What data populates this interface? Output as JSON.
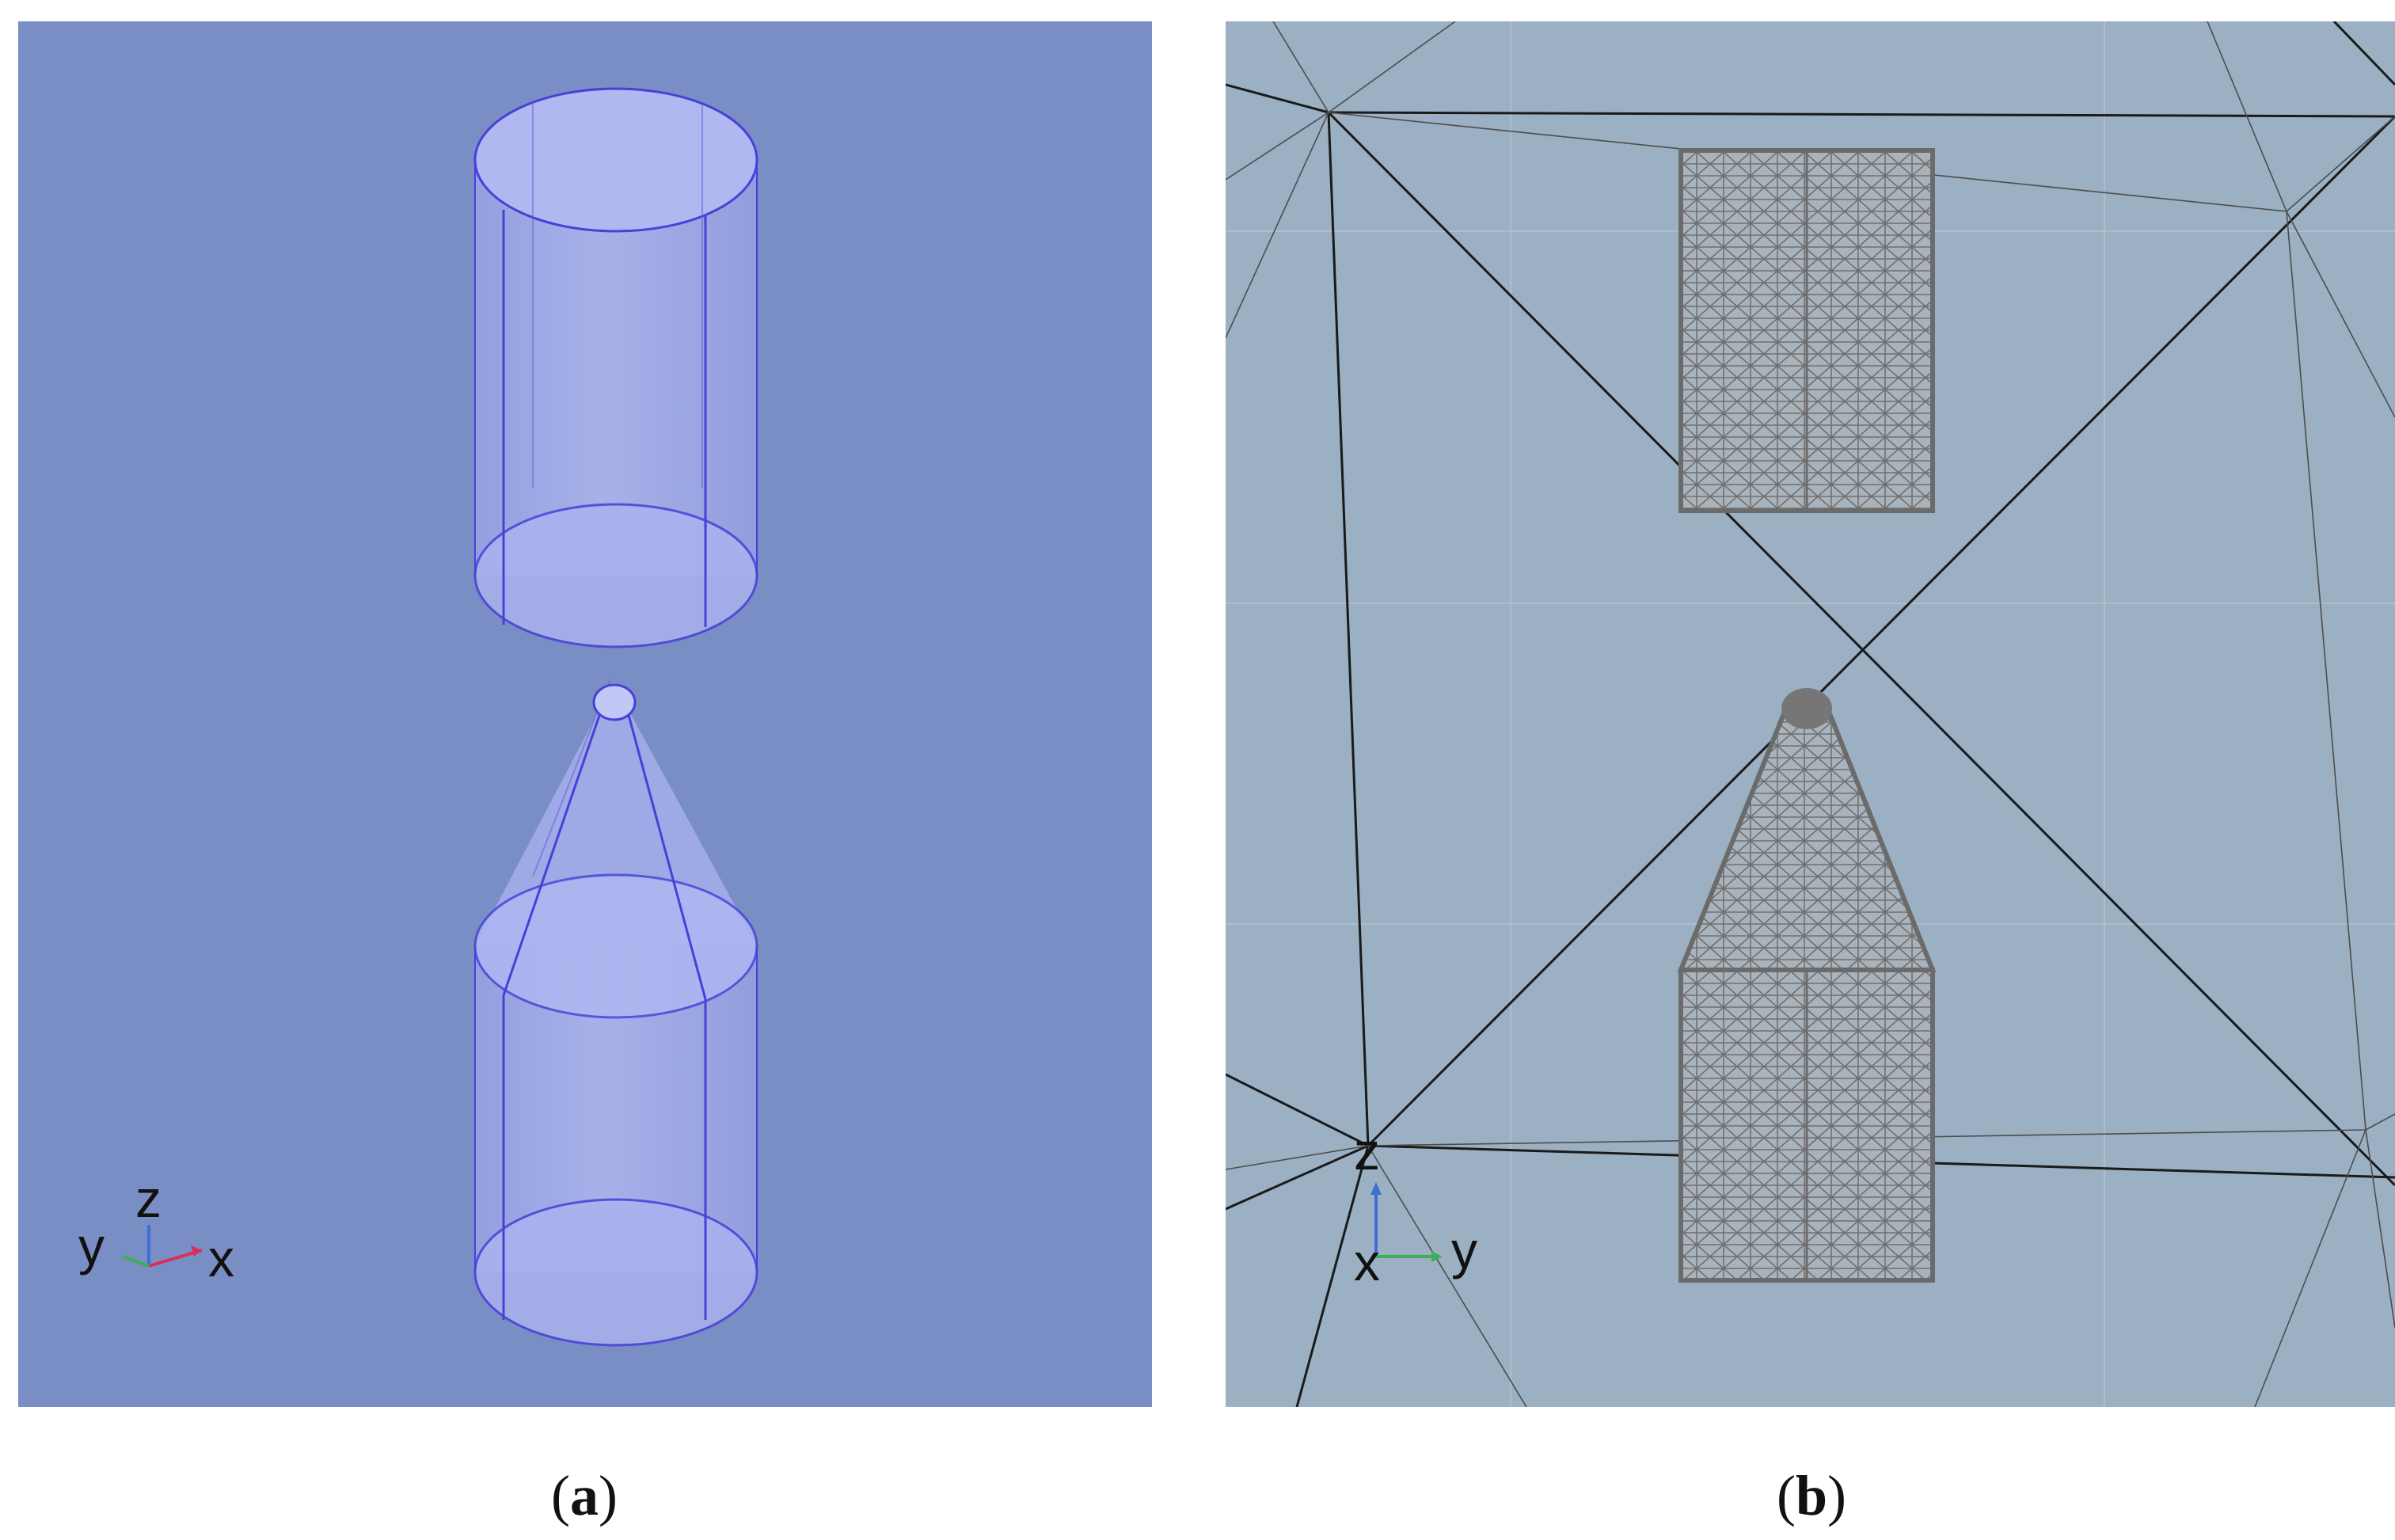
{
  "figure": {
    "panels": [
      {
        "id": "a",
        "caption_open": "(",
        "caption_letter": "a",
        "caption_close": ")",
        "axes": {
          "x": "x",
          "y": "y",
          "z": "z"
        },
        "colors": {
          "background": "#7a8ec6",
          "body_fill": "#aab3ef",
          "edge": "#4a3fd8"
        }
      },
      {
        "id": "b",
        "caption_open": "(",
        "caption_letter": "b",
        "caption_close": ")",
        "axes": {
          "x": "x",
          "y": "y",
          "z": "z"
        },
        "colors": {
          "background": "#9bb0c2",
          "mesh": "#6b6b6b",
          "domain_lines": "#1a1a1a"
        }
      }
    ]
  }
}
